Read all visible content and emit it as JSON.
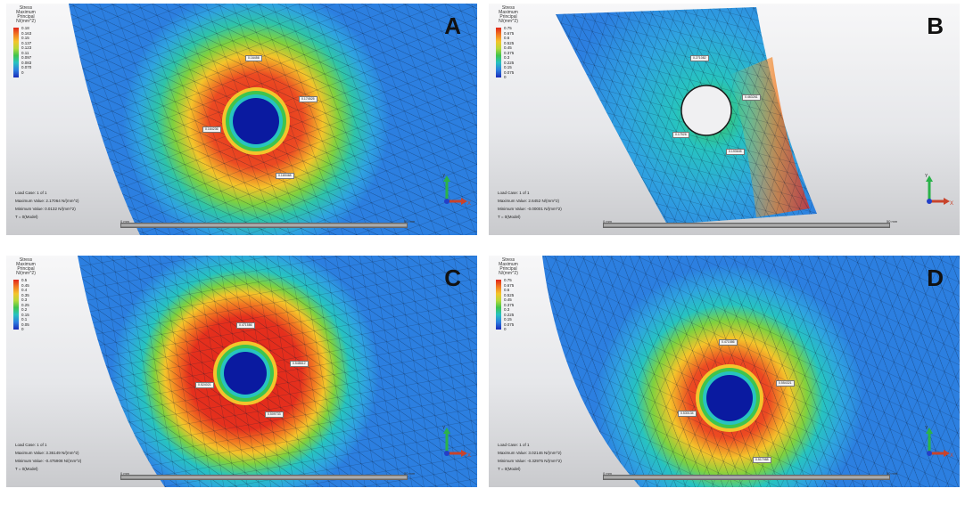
{
  "panels": [
    {
      "id": "A",
      "label": "A",
      "legend_title": [
        "Stress",
        "Maximum Principal",
        "N/(mm^2)"
      ],
      "legend_ticks": [
        "0.18",
        "0.163",
        "0.15",
        "0.137",
        "0.123",
        "0.11",
        "0.097",
        "0.083",
        "0.070",
        "0"
      ],
      "info": [
        "Load Case: 1 of 1",
        "Maximum Value: 2.17064 N/(mm^2)",
        "Minimum Value: 0.0132 N/(mm^2)",
        "T = 0(Model)"
      ],
      "scale_left": "0 mm",
      "scale_right": "50 mm",
      "axis_x": "X",
      "axis_y": "Y",
      "probes": [
        "0.16456",
        "0.174525",
        "0.164236",
        "0.169468"
      ]
    },
    {
      "id": "B",
      "label": "B",
      "legend_title": [
        "Stress",
        "Maximum Principal",
        "N/(mm^2)"
      ],
      "legend_ticks": [
        "0.75",
        "0.675",
        "0.6",
        "0.525",
        "0.45",
        "0.375",
        "0.3",
        "0.225",
        "0.15",
        "0.075",
        "0"
      ],
      "info": [
        "Load Case: 1 of 1",
        "Maximum Value: 2.6452 N/(mm^2)",
        "Minimum Value: -0.00001 N/(mm^2)",
        "T = 0(Model)"
      ],
      "scale_left": "0 mm",
      "scale_right": "50 mm",
      "axis_x": "X",
      "axis_y": "Y",
      "probes": [
        "0.271082",
        "0.463261",
        "0.17526",
        "0.193645"
      ]
    },
    {
      "id": "C",
      "label": "C",
      "legend_title": [
        "Stress",
        "Maximum Principal",
        "N/(mm^2)"
      ],
      "legend_ticks": [
        "0.5",
        "0.45",
        "0.4",
        "0.35",
        "0.3",
        "0.25",
        "0.2",
        "0.15",
        "0.1",
        "0.05",
        "0"
      ],
      "info": [
        "Load Case: 1 of 1",
        "Maximum Value: 3.36149 N/(mm^2)",
        "Minimum Value: -0.475908 N/(mm^2)",
        "T = 0(Model)"
      ],
      "scale_left": "0 mm",
      "scale_right": "50 mm",
      "axis_x": "X",
      "axis_y": "Y",
      "probes": [
        "0.471586",
        "0.548612",
        "0.524021",
        "0.509733"
      ]
    },
    {
      "id": "D",
      "label": "D",
      "legend_title": [
        "Stress",
        "Maximum Principal",
        "N/(mm^2)"
      ],
      "legend_ticks": [
        "0.75",
        "0.675",
        "0.6",
        "0.525",
        "0.45",
        "0.375",
        "0.3",
        "0.225",
        "0.15",
        "0.075",
        "0"
      ],
      "info": [
        "Load Case: 1 of 1",
        "Maximum Value: 3.02146 N/(mm^2)",
        "Minimum Value: -0.32975 N/(mm^2)",
        "T = 0(Model)"
      ],
      "scale_left": "0 mm",
      "scale_right": "50 mm",
      "axis_x": "X",
      "axis_y": "Y",
      "probes": [
        "0.471586",
        "0.554321",
        "0.530134",
        "0.517988"
      ]
    }
  ],
  "colors": {
    "max": "#e0261b",
    "orange": "#f27a22",
    "yellow": "#f4c42b",
    "green": "#3fc44d",
    "cyan": "#27c3c0",
    "blue": "#2c7fe0",
    "min": "#1a2ab8",
    "hole": "#0a1aa0"
  }
}
